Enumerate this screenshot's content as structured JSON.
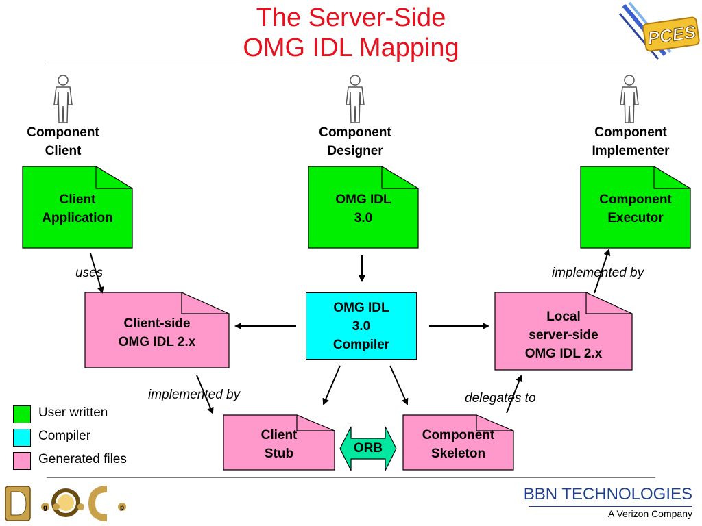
{
  "title": {
    "line1": "The Server-Side",
    "line2": "OMG IDL Mapping"
  },
  "roles": {
    "client": [
      "Component",
      "Client"
    ],
    "designer": [
      "Component",
      "Designer"
    ],
    "implementer": [
      "Component",
      "Implementer"
    ]
  },
  "boxes": {
    "client_application": [
      "Client",
      "Application"
    ],
    "omg_idl_30": [
      "OMG IDL",
      "3.0"
    ],
    "component_executor": [
      "Component",
      "Executor"
    ],
    "client_side_idl": [
      "Client-side",
      "OMG IDL 2.x"
    ],
    "compiler": [
      "OMG IDL",
      "3.0",
      "Compiler"
    ],
    "local_server_side_idl": [
      "Local",
      "server-side",
      "OMG IDL 2.x"
    ],
    "client_stub": [
      "Client",
      "Stub"
    ],
    "component_skeleton": [
      "Component",
      "Skeleton"
    ],
    "orb": "ORB"
  },
  "notes": {
    "uses": "uses",
    "implemented_by_right": "implemented by",
    "implemented_by_left": "implemented by",
    "delegates_to": "delegates to"
  },
  "legend": [
    {
      "label": "User written",
      "color": "#00ee00"
    },
    {
      "label": "Compiler",
      "color": "#00ffff"
    },
    {
      "label": "Generated files",
      "color": "#ff99cc"
    }
  ],
  "colors": {
    "title": "#e8101c",
    "user_written": "#00ee00",
    "compiler": "#00ffff",
    "generated": "#ff99cc",
    "orb": "#00e8a0"
  },
  "footer": {
    "doc_group_logo": "D O C group",
    "bbn_name": "BBN TECHNOLOGIES",
    "bbn_tagline": "A Verizon Company",
    "pces_logo": "PCES"
  }
}
